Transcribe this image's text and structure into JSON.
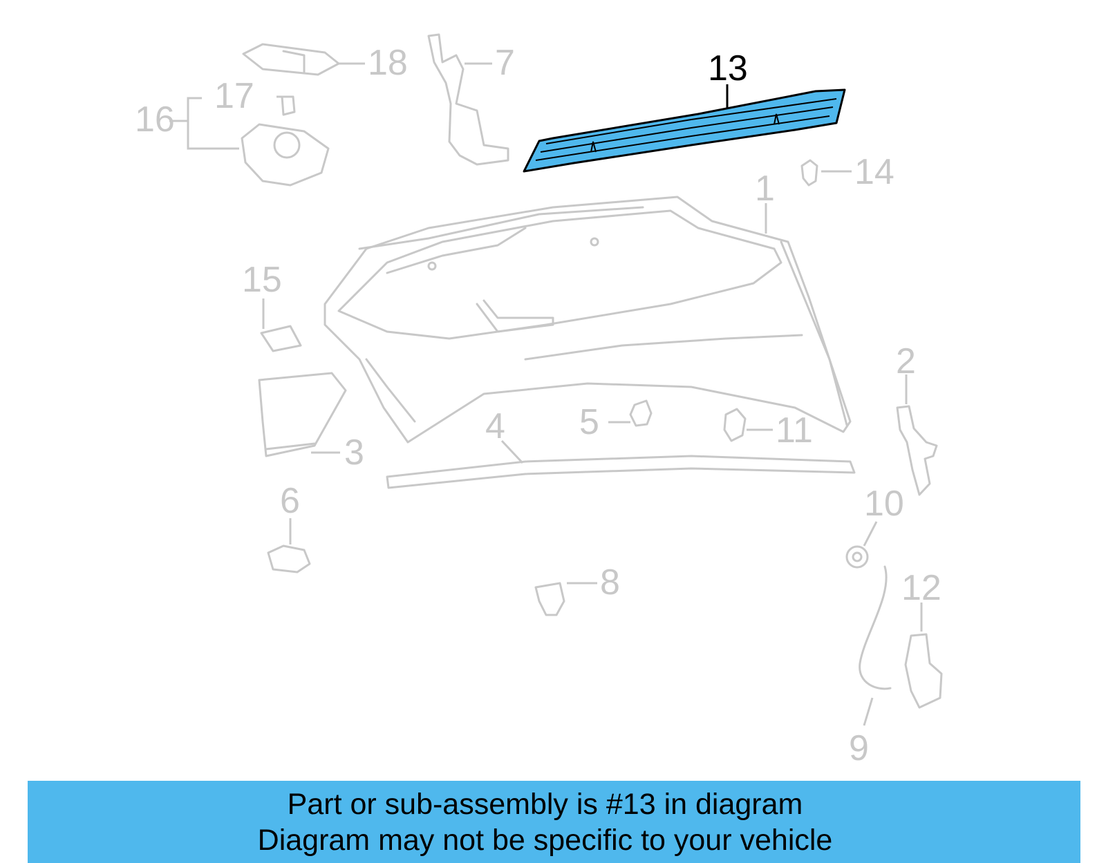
{
  "diagram": {
    "highlighted_part": "13",
    "callouts": [
      {
        "id": "c1",
        "label": "1"
      },
      {
        "id": "c2",
        "label": "2"
      },
      {
        "id": "c3",
        "label": "3"
      },
      {
        "id": "c4",
        "label": "4"
      },
      {
        "id": "c5",
        "label": "5"
      },
      {
        "id": "c6",
        "label": "6"
      },
      {
        "id": "c7",
        "label": "7"
      },
      {
        "id": "c8",
        "label": "8"
      },
      {
        "id": "c9",
        "label": "9"
      },
      {
        "id": "c10",
        "label": "10"
      },
      {
        "id": "c11",
        "label": "11"
      },
      {
        "id": "c12",
        "label": "12"
      },
      {
        "id": "c13",
        "label": "13"
      },
      {
        "id": "c14",
        "label": "14"
      },
      {
        "id": "c15",
        "label": "15"
      },
      {
        "id": "c16",
        "label": "16"
      },
      {
        "id": "c17",
        "label": "17"
      },
      {
        "id": "c18",
        "label": "18"
      }
    ],
    "colors": {
      "highlight_fill": "#4fb8ed",
      "dim_stroke": "#c8c8c8",
      "banner_bg": "#4fb8ed"
    }
  },
  "banner": {
    "line1": "Part or sub-assembly is #13 in diagram",
    "line2": "Diagram may not be specific to your vehicle"
  }
}
